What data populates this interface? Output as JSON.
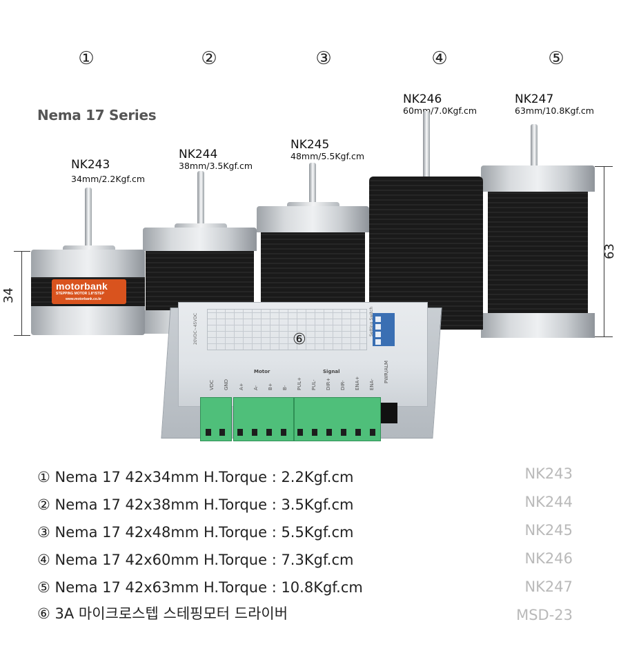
{
  "numbers": [
    "①",
    "②",
    "③",
    "④",
    "⑤"
  ],
  "series_title": "Nema 17 Series",
  "motors": [
    {
      "model": "NK243",
      "spec": "34mm/2.2Kgf.cm"
    },
    {
      "model": "NK244",
      "spec": "38mm/3.5Kgf.cm"
    },
    {
      "model": "NK245",
      "spec": "48mm/5.5Kgf.cm"
    },
    {
      "model": "NK246",
      "spec": "60mm/7.0Kgf.cm"
    },
    {
      "model": "NK247",
      "spec": "63mm/10.8Kgf.cm"
    }
  ],
  "dimensions": {
    "left": "34",
    "right": "63"
  },
  "brand_logo": {
    "text": "motorbank",
    "sub": "STEPPING MOTOR 1.8°/STEP",
    "url": "www.motorbank.co.kr"
  },
  "driver": {
    "number": "⑥",
    "section_motor": "Motor",
    "section_signal": "Signal",
    "terminals": [
      "VDC",
      "GND",
      "A+",
      "A-",
      "B+",
      "B-",
      "PUL+",
      "PUL-",
      "DIR+",
      "DIR-",
      "ENA+",
      "ENA-"
    ],
    "alarm": "PWR/ALM",
    "voltage": "20VDC~45VDC",
    "dip_title": "Setting Switch"
  },
  "list": [
    {
      "desc": "① Nema 17 42x34mm H.Torque :   2.2Kgf.cm",
      "code": "NK243"
    },
    {
      "desc": "② Nema 17 42x38mm H.Torque :   3.5Kgf.cm",
      "code": "NK244"
    },
    {
      "desc": "③ Nema 17 42x48mm H.Torque :   5.5Kgf.cm",
      "code": "NK245"
    },
    {
      "desc": "④ Nema 17 42x60mm H.Torque :   7.3Kgf.cm",
      "code": "NK246"
    },
    {
      "desc": "⑤ Nema 17 42x63mm H.Torque : 10.8Kgf.cm",
      "code": "NK247"
    },
    {
      "desc": "⑥ 3A 마이크로스텝 스테핑모터 드라이버",
      "code": "MSD-23"
    }
  ],
  "colors": {
    "brand_orange": "#d9531e",
    "terminal_green": "#4fbf7a",
    "dip_blue": "#3a6fb3",
    "code_gray": "#b9b9b9"
  }
}
